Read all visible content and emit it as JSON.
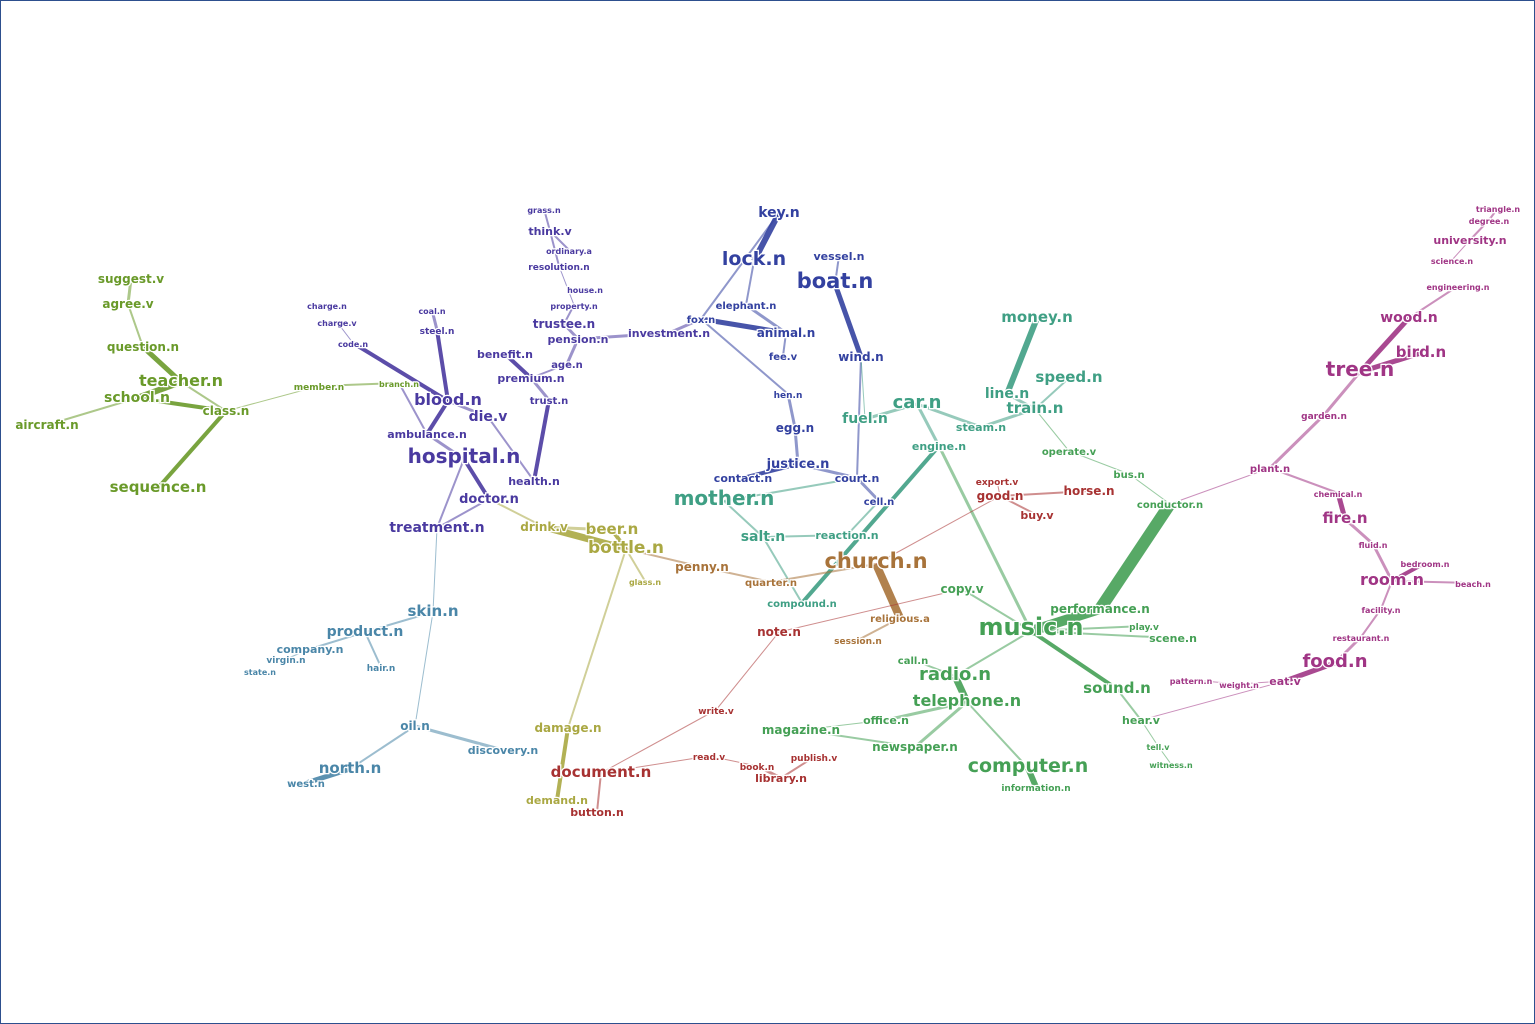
{
  "diagram": {
    "type": "word-network",
    "colors": {
      "olive": "#6a9a2a",
      "purple": "#4a3aa0",
      "blue": "#3341a0",
      "teal": "#3f9f84",
      "green": "#45a055",
      "magenta": "#a03585",
      "steel": "#4a86a8",
      "khaki": "#aaa843",
      "brown": "#a8733a",
      "red": "#a73232"
    },
    "nodes": [
      {
        "id": "suggest",
        "label": "suggest.v",
        "group": "olive"
      },
      {
        "id": "agree",
        "label": "agree.v",
        "group": "olive"
      },
      {
        "id": "question",
        "label": "question.n",
        "group": "olive"
      },
      {
        "id": "teacher",
        "label": "teacher.n",
        "group": "olive"
      },
      {
        "id": "school",
        "label": "school.n",
        "group": "olive"
      },
      {
        "id": "class",
        "label": "class.n",
        "group": "olive"
      },
      {
        "id": "aircraft",
        "label": "aircraft.n",
        "group": "olive"
      },
      {
        "id": "sequence",
        "label": "sequence.n",
        "group": "olive"
      },
      {
        "id": "member",
        "label": "member.n",
        "group": "olive"
      },
      {
        "id": "branch",
        "label": "branch.n",
        "group": "olive"
      },
      {
        "id": "charge_n",
        "label": "charge.n",
        "group": "purple"
      },
      {
        "id": "charge_v",
        "label": "charge.v",
        "group": "purple"
      },
      {
        "id": "code",
        "label": "code.n",
        "group": "purple"
      },
      {
        "id": "coal",
        "label": "coal.n",
        "group": "purple"
      },
      {
        "id": "steel",
        "label": "steel.n",
        "group": "purple"
      },
      {
        "id": "blood",
        "label": "blood.n",
        "group": "purple"
      },
      {
        "id": "die",
        "label": "die.v",
        "group": "purple"
      },
      {
        "id": "ambulance",
        "label": "ambulance.n",
        "group": "purple"
      },
      {
        "id": "hospital",
        "label": "hospital.n",
        "group": "purple"
      },
      {
        "id": "health",
        "label": "health.n",
        "group": "purple"
      },
      {
        "id": "doctor",
        "label": "doctor.n",
        "group": "purple"
      },
      {
        "id": "treatment",
        "label": "treatment.n",
        "group": "purple"
      },
      {
        "id": "benefit",
        "label": "benefit.n",
        "group": "purple"
      },
      {
        "id": "premium",
        "label": "premium.n",
        "group": "purple"
      },
      {
        "id": "trustee",
        "label": "trustee.n",
        "group": "purple"
      },
      {
        "id": "pension",
        "label": "pension.n",
        "group": "purple"
      },
      {
        "id": "age",
        "label": "age.n",
        "group": "purple"
      },
      {
        "id": "trust",
        "label": "trust.n",
        "group": "purple"
      },
      {
        "id": "investment",
        "label": "investment.n",
        "group": "purple"
      },
      {
        "id": "grass",
        "label": "grass.n",
        "group": "purple"
      },
      {
        "id": "think",
        "label": "think.v",
        "group": "purple"
      },
      {
        "id": "ordinary",
        "label": "ordinary.a",
        "group": "purple"
      },
      {
        "id": "resolution",
        "label": "resolution.n",
        "group": "purple"
      },
      {
        "id": "house",
        "label": "house.n",
        "group": "purple"
      },
      {
        "id": "property",
        "label": "property.n",
        "group": "purple"
      },
      {
        "id": "key",
        "label": "key.n",
        "group": "blue"
      },
      {
        "id": "lock",
        "label": "lock.n",
        "group": "blue"
      },
      {
        "id": "vessel",
        "label": "vessel.n",
        "group": "blue"
      },
      {
        "id": "boat",
        "label": "boat.n",
        "group": "blue"
      },
      {
        "id": "elephant",
        "label": "elephant.n",
        "group": "blue"
      },
      {
        "id": "fox",
        "label": "fox.n",
        "group": "blue"
      },
      {
        "id": "animal",
        "label": "animal.n",
        "group": "blue"
      },
      {
        "id": "fee",
        "label": "fee.v",
        "group": "blue"
      },
      {
        "id": "wind",
        "label": "wind.n",
        "group": "blue"
      },
      {
        "id": "hen",
        "label": "hen.n",
        "group": "blue"
      },
      {
        "id": "egg",
        "label": "egg.n",
        "group": "blue"
      },
      {
        "id": "justice",
        "label": "justice.n",
        "group": "blue"
      },
      {
        "id": "contact",
        "label": "contact.n",
        "group": "blue"
      },
      {
        "id": "court",
        "label": "court.n",
        "group": "blue"
      },
      {
        "id": "cell",
        "label": "cell.n",
        "group": "blue"
      },
      {
        "id": "money",
        "label": "money.n",
        "group": "teal"
      },
      {
        "id": "speed",
        "label": "speed.n",
        "group": "teal"
      },
      {
        "id": "line",
        "label": "line.n",
        "group": "teal"
      },
      {
        "id": "train",
        "label": "train.n",
        "group": "teal"
      },
      {
        "id": "car",
        "label": "car.n",
        "group": "teal"
      },
      {
        "id": "fuel",
        "label": "fuel.n",
        "group": "teal"
      },
      {
        "id": "steam",
        "label": "steam.n",
        "group": "teal"
      },
      {
        "id": "engine",
        "label": "engine.n",
        "group": "teal"
      },
      {
        "id": "mother",
        "label": "mother.n",
        "group": "teal"
      },
      {
        "id": "salt",
        "label": "salt.n",
        "group": "teal"
      },
      {
        "id": "reaction",
        "label": "reaction.n",
        "group": "teal"
      },
      {
        "id": "compound",
        "label": "compound.n",
        "group": "teal"
      },
      {
        "id": "operate",
        "label": "operate.v",
        "group": "green"
      },
      {
        "id": "bus",
        "label": "bus.n",
        "group": "green"
      },
      {
        "id": "conductor",
        "label": "conductor.n",
        "group": "green"
      },
      {
        "id": "copy",
        "label": "copy.v",
        "group": "green"
      },
      {
        "id": "performance",
        "label": "performance.n",
        "group": "green"
      },
      {
        "id": "music",
        "label": "music.n",
        "group": "green"
      },
      {
        "id": "play",
        "label": "play.v",
        "group": "green"
      },
      {
        "id": "scene",
        "label": "scene.n",
        "group": "green"
      },
      {
        "id": "radio",
        "label": "radio.n",
        "group": "green"
      },
      {
        "id": "call",
        "label": "call.n",
        "group": "green"
      },
      {
        "id": "telephone",
        "label": "telephone.n",
        "group": "green"
      },
      {
        "id": "sound",
        "label": "sound.n",
        "group": "green"
      },
      {
        "id": "office",
        "label": "office.n",
        "group": "green"
      },
      {
        "id": "hear",
        "label": "hear.v",
        "group": "green"
      },
      {
        "id": "magazine",
        "label": "magazine.n",
        "group": "green"
      },
      {
        "id": "newspaper",
        "label": "newspaper.n",
        "group": "green"
      },
      {
        "id": "computer",
        "label": "computer.n",
        "group": "green"
      },
      {
        "id": "information",
        "label": "information.n",
        "group": "green"
      },
      {
        "id": "tell",
        "label": "tell.v",
        "group": "green"
      },
      {
        "id": "witness",
        "label": "witness.n",
        "group": "green"
      },
      {
        "id": "triangle",
        "label": "triangle.n",
        "group": "magenta"
      },
      {
        "id": "degree",
        "label": "degree.n",
        "group": "magenta"
      },
      {
        "id": "university",
        "label": "university.n",
        "group": "magenta"
      },
      {
        "id": "science",
        "label": "science.n",
        "group": "magenta"
      },
      {
        "id": "engineering",
        "label": "engineering.n",
        "group": "magenta"
      },
      {
        "id": "wood",
        "label": "wood.n",
        "group": "magenta"
      },
      {
        "id": "bird",
        "label": "bird.n",
        "group": "magenta"
      },
      {
        "id": "tree",
        "label": "tree.n",
        "group": "magenta"
      },
      {
        "id": "garden",
        "label": "garden.n",
        "group": "magenta"
      },
      {
        "id": "plant",
        "label": "plant.n",
        "group": "magenta"
      },
      {
        "id": "chemical",
        "label": "chemical.n",
        "group": "magenta"
      },
      {
        "id": "fire",
        "label": "fire.n",
        "group": "magenta"
      },
      {
        "id": "fluid",
        "label": "fluid.n",
        "group": "magenta"
      },
      {
        "id": "bedroom",
        "label": "bedroom.n",
        "group": "magenta"
      },
      {
        "id": "room",
        "label": "room.n",
        "group": "magenta"
      },
      {
        "id": "beach",
        "label": "beach.n",
        "group": "magenta"
      },
      {
        "id": "facility",
        "label": "facility.n",
        "group": "magenta"
      },
      {
        "id": "restaurant",
        "label": "restaurant.n",
        "group": "magenta"
      },
      {
        "id": "food",
        "label": "food.n",
        "group": "magenta"
      },
      {
        "id": "eat",
        "label": "eat.v",
        "group": "magenta"
      },
      {
        "id": "pattern",
        "label": "pattern.n",
        "group": "magenta"
      },
      {
        "id": "weight",
        "label": "weight.n",
        "group": "magenta"
      },
      {
        "id": "skin",
        "label": "skin.n",
        "group": "steel"
      },
      {
        "id": "product",
        "label": "product.n",
        "group": "steel"
      },
      {
        "id": "company",
        "label": "company.n",
        "group": "steel"
      },
      {
        "id": "virgin",
        "label": "virgin.n",
        "group": "steel"
      },
      {
        "id": "hair",
        "label": "hair.n",
        "group": "steel"
      },
      {
        "id": "state",
        "label": "state.n",
        "group": "steel"
      },
      {
        "id": "oil",
        "label": "oil.n",
        "group": "steel"
      },
      {
        "id": "discovery",
        "label": "discovery.n",
        "group": "steel"
      },
      {
        "id": "north",
        "label": "north.n",
        "group": "steel"
      },
      {
        "id": "west",
        "label": "west.n",
        "group": "steel"
      },
      {
        "id": "drink",
        "label": "drink.v",
        "group": "khaki"
      },
      {
        "id": "beer",
        "label": "beer.n",
        "group": "khaki"
      },
      {
        "id": "bottle",
        "label": "bottle.n",
        "group": "khaki"
      },
      {
        "id": "glass",
        "label": "glass.n",
        "group": "khaki"
      },
      {
        "id": "damage",
        "label": "damage.n",
        "group": "khaki"
      },
      {
        "id": "demand",
        "label": "demand.n",
        "group": "khaki"
      },
      {
        "id": "penny",
        "label": "penny.n",
        "group": "brown"
      },
      {
        "id": "quarter",
        "label": "quarter.n",
        "group": "brown"
      },
      {
        "id": "church",
        "label": "church.n",
        "group": "brown"
      },
      {
        "id": "religious",
        "label": "religious.a",
        "group": "brown"
      },
      {
        "id": "session",
        "label": "session.n",
        "group": "brown"
      },
      {
        "id": "good",
        "label": "good.n",
        "group": "red"
      },
      {
        "id": "horse",
        "label": "horse.n",
        "group": "red"
      },
      {
        "id": "buy",
        "label": "buy.v",
        "group": "red"
      },
      {
        "id": "export",
        "label": "export.v",
        "group": "red"
      },
      {
        "id": "note",
        "label": "note.n",
        "group": "red"
      },
      {
        "id": "write",
        "label": "write.v",
        "group": "red"
      },
      {
        "id": "read",
        "label": "read.v",
        "group": "red"
      },
      {
        "id": "document",
        "label": "document.n",
        "group": "red"
      },
      {
        "id": "button",
        "label": "button.n",
        "group": "red"
      },
      {
        "id": "library",
        "label": "library.n",
        "group": "red"
      },
      {
        "id": "publish",
        "label": "publish.v",
        "group": "red"
      },
      {
        "id": "book",
        "label": "book.n",
        "group": "red"
      }
    ]
  }
}
